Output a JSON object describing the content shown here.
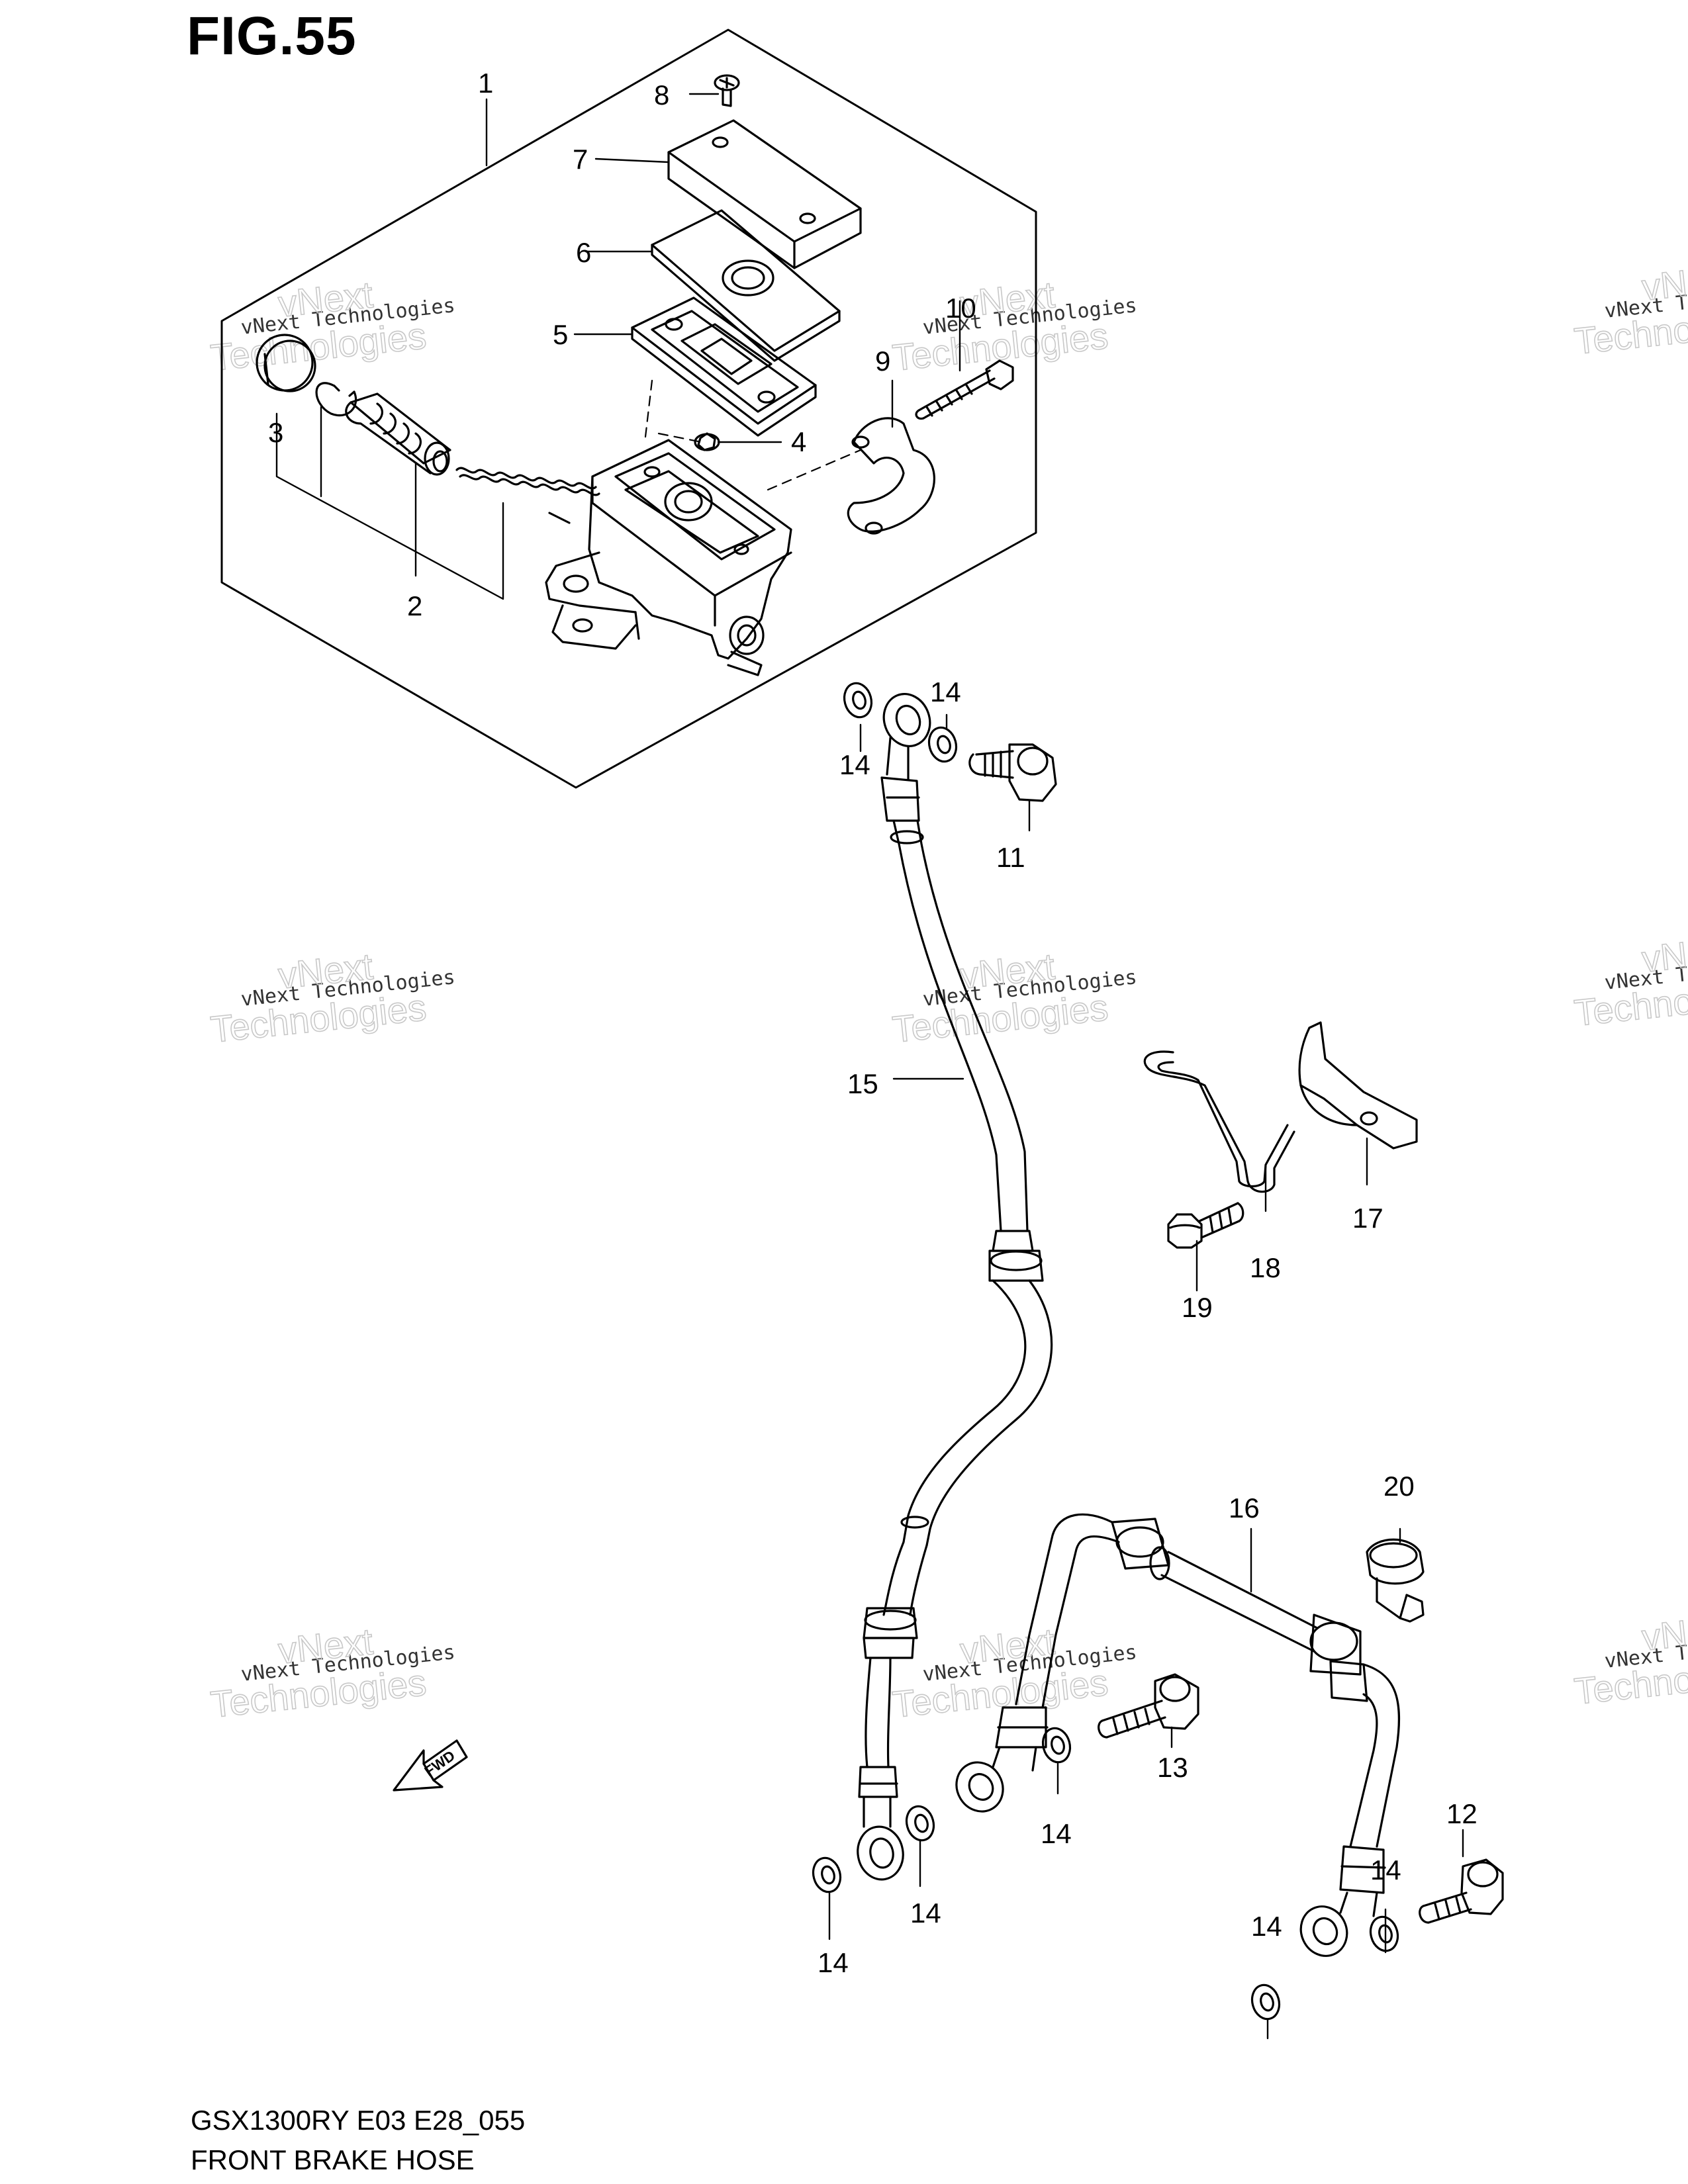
{
  "figure": {
    "title": "FIG.55",
    "model_code": "GSX1300RY E03 E28_055",
    "caption": "FRONT BRAKE HOSE"
  },
  "watermark": {
    "line1": "vNext Technologies",
    "line2": "vNext",
    "line3": "Technologies"
  },
  "fwd_label": "FWD",
  "callouts": [
    {
      "id": "c1",
      "label": "1"
    },
    {
      "id": "c2",
      "label": "2"
    },
    {
      "id": "c3",
      "label": "3"
    },
    {
      "id": "c4",
      "label": "4"
    },
    {
      "id": "c5",
      "label": "5"
    },
    {
      "id": "c6",
      "label": "6"
    },
    {
      "id": "c7",
      "label": "7"
    },
    {
      "id": "c8",
      "label": "8"
    },
    {
      "id": "c9",
      "label": "9"
    },
    {
      "id": "c10",
      "label": "10"
    },
    {
      "id": "c11",
      "label": "11"
    },
    {
      "id": "c12",
      "label": "12"
    },
    {
      "id": "c13",
      "label": "13"
    },
    {
      "id": "c14a",
      "label": "14"
    },
    {
      "id": "c14b",
      "label": "14"
    },
    {
      "id": "c14c",
      "label": "14"
    },
    {
      "id": "c14d",
      "label": "14"
    },
    {
      "id": "c14e",
      "label": "14"
    },
    {
      "id": "c14f",
      "label": "14"
    },
    {
      "id": "c14g",
      "label": "14"
    },
    {
      "id": "c15",
      "label": "15"
    },
    {
      "id": "c16",
      "label": "16"
    },
    {
      "id": "c17",
      "label": "17"
    },
    {
      "id": "c18",
      "label": "18"
    },
    {
      "id": "c19",
      "label": "19"
    },
    {
      "id": "c20",
      "label": "20"
    }
  ],
  "colors": {
    "line": "#000000",
    "watermark": "#c8c8c8",
    "background": "#ffffff"
  }
}
